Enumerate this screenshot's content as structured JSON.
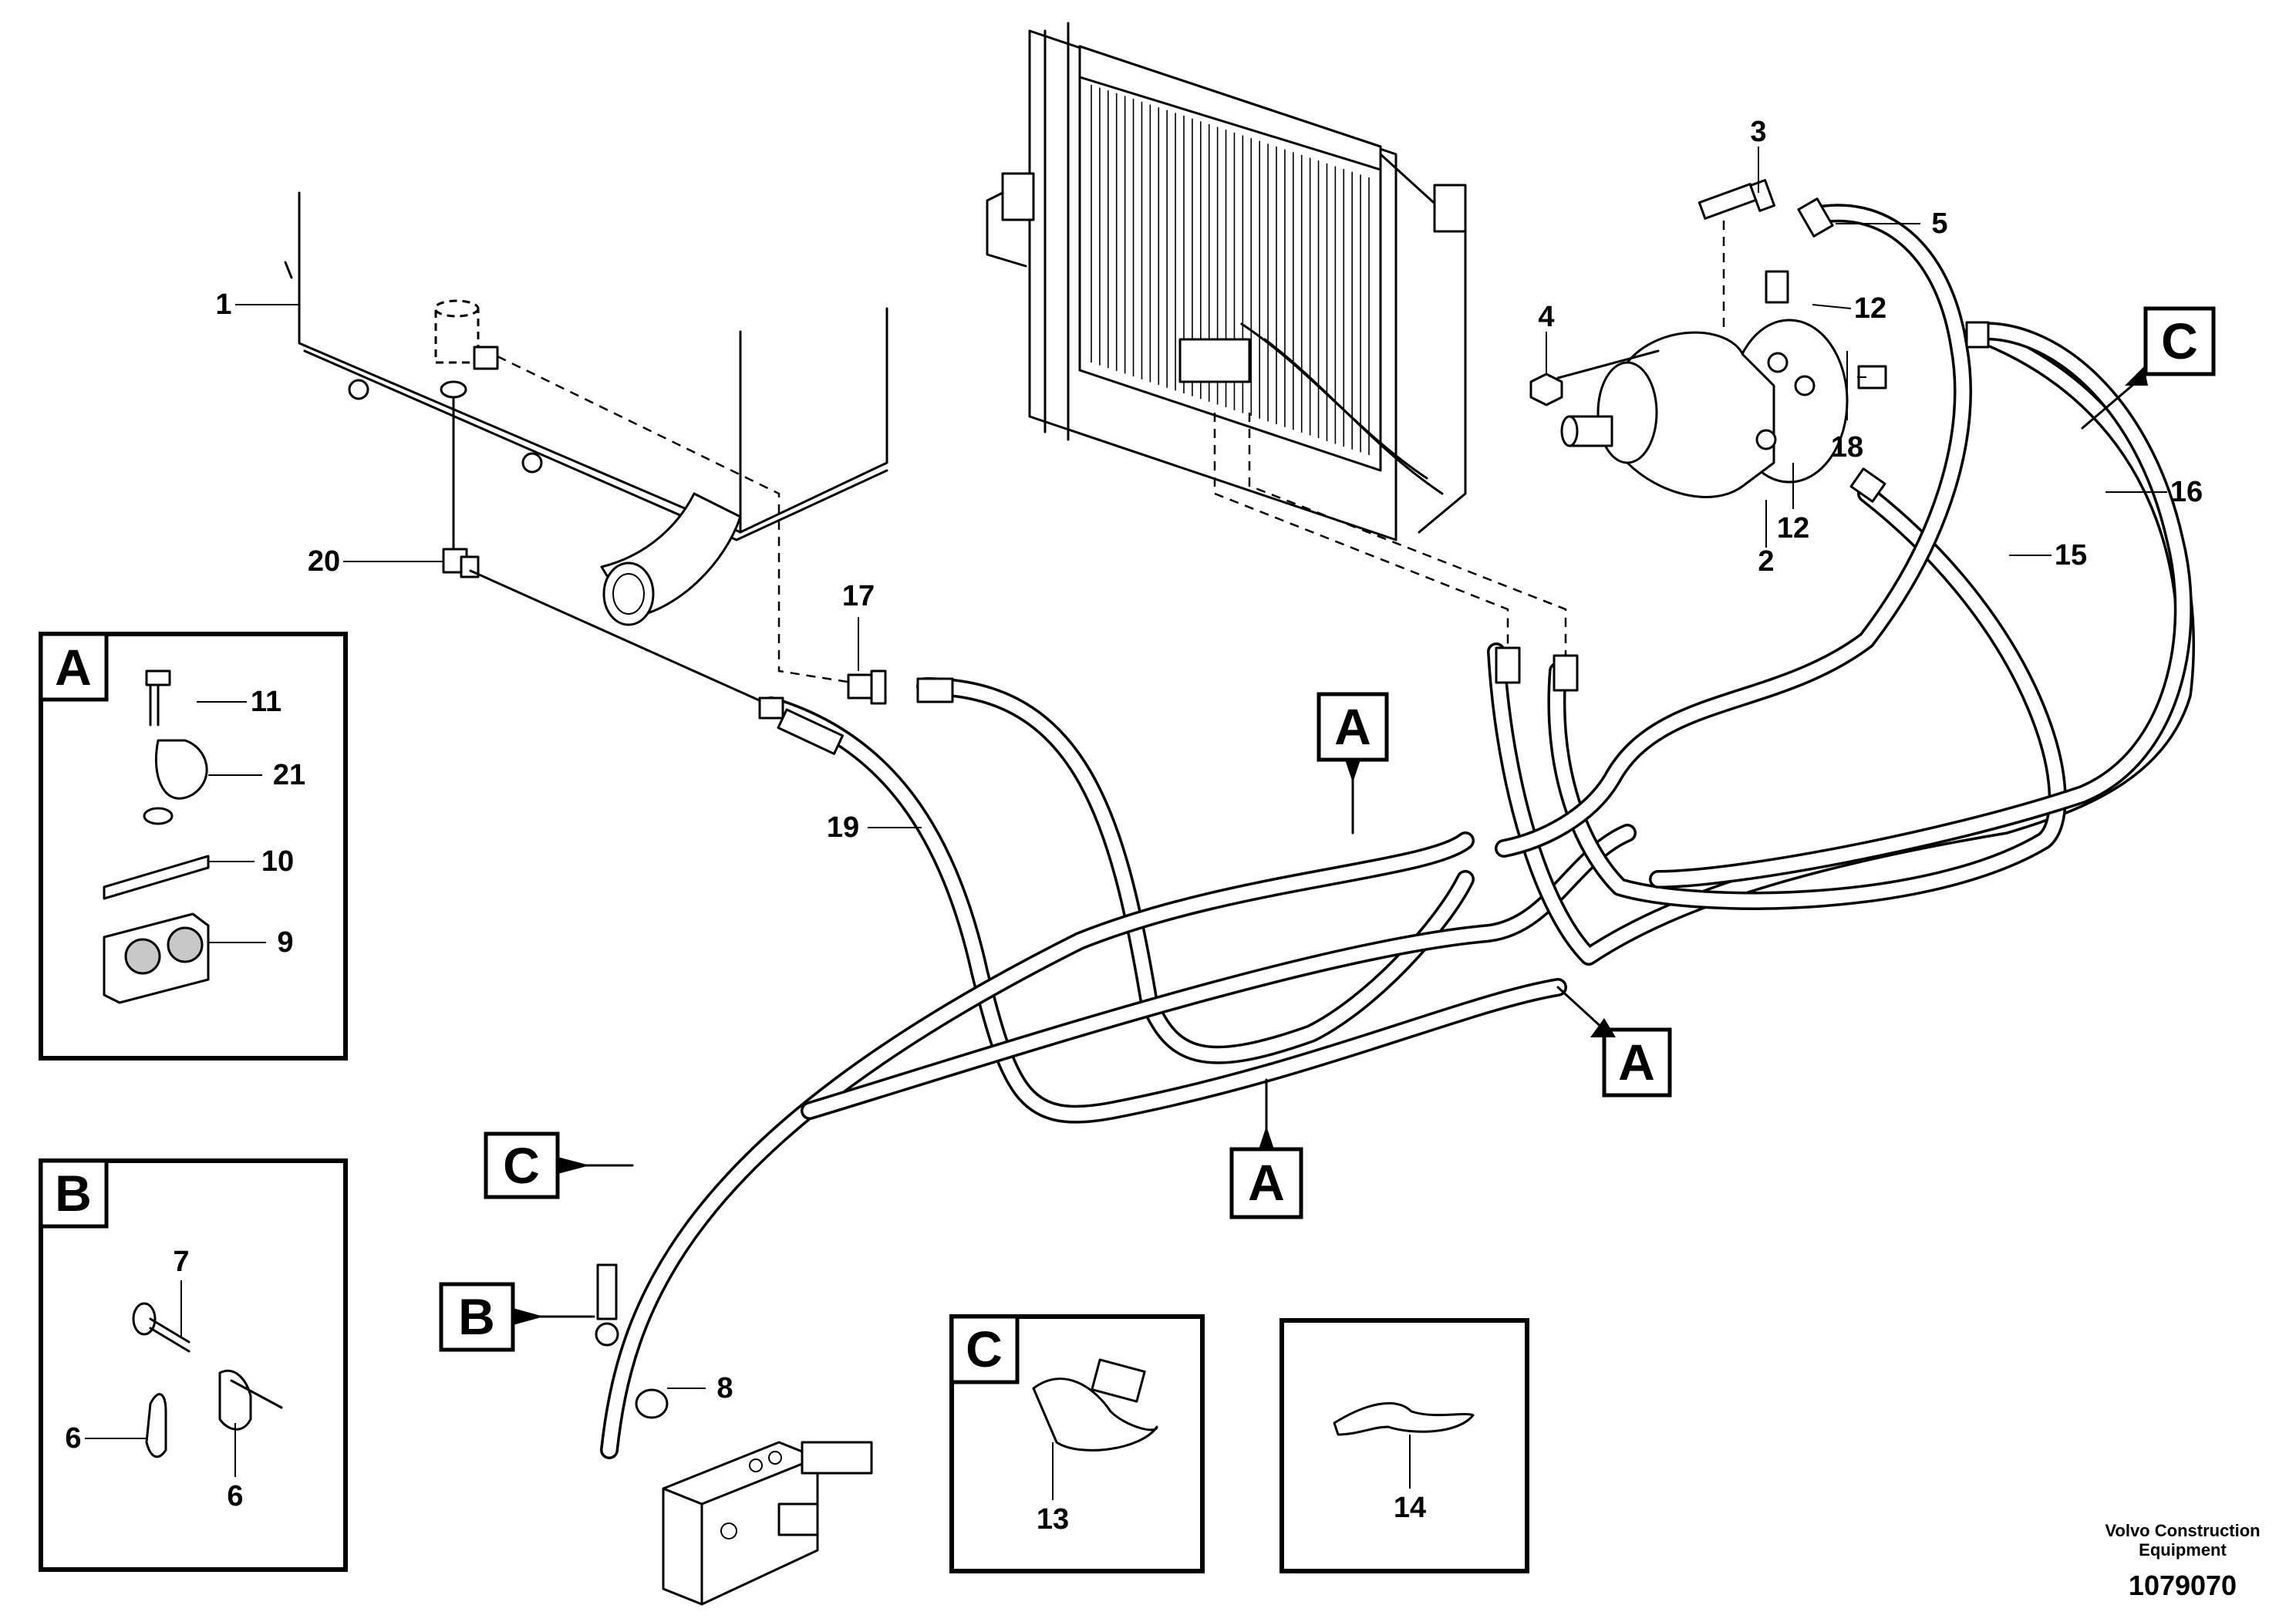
{
  "callouts": {
    "c1": "1",
    "c2": "2",
    "c3": "3",
    "c4": "4",
    "c5": "5",
    "c6a": "6",
    "c6b": "6",
    "c7": "7",
    "c8": "8",
    "c9": "9",
    "c10": "10",
    "c11": "11",
    "c12a": "12",
    "c12b": "12",
    "c13": "13",
    "c14": "14",
    "c15": "15",
    "c16": "16",
    "c17": "17",
    "c18": "18",
    "c19": "19",
    "c20": "20",
    "c21": "21"
  },
  "markers": {
    "a1": "A",
    "a2": "A",
    "a3": "A",
    "c1": "C",
    "c2": "C",
    "b1": "B"
  },
  "insets": {
    "a": "A",
    "b": "B",
    "c": "C"
  },
  "footer": {
    "company_line1": "Volvo Construction",
    "company_line2": "Equipment",
    "drawing_number": "1079070"
  }
}
